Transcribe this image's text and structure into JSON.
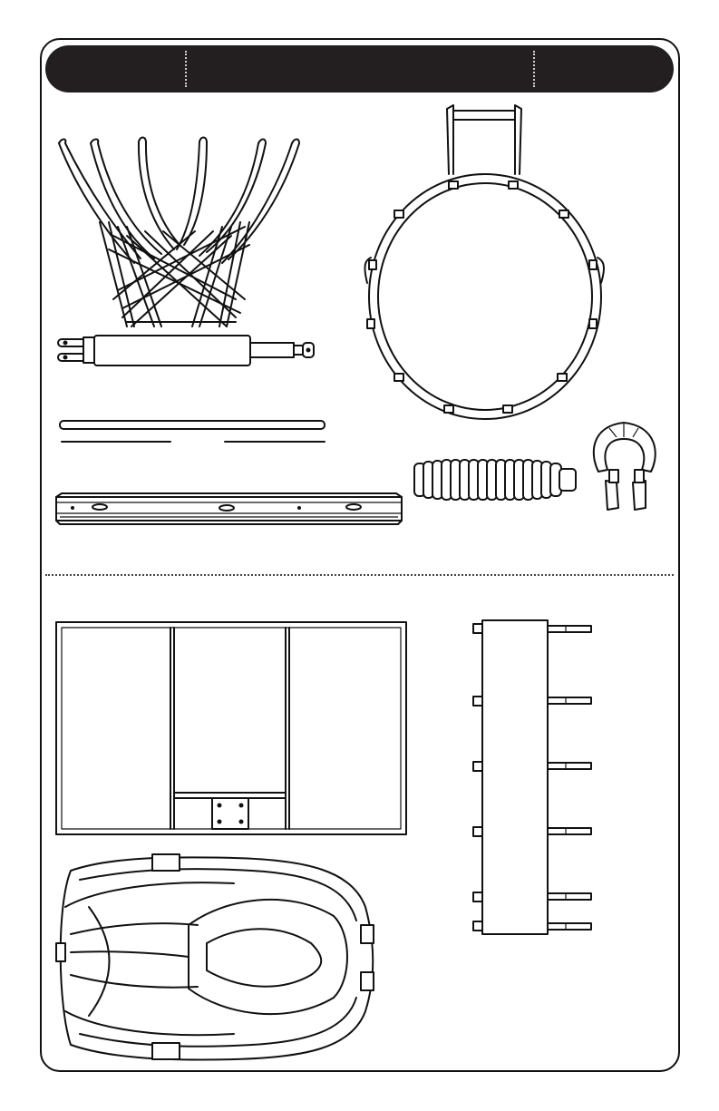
{
  "page": {
    "header": {
      "cell_left": "",
      "cell_middle": "",
      "cell_right": ""
    },
    "parts": [
      {
        "id": "net",
        "icon": "basketball-net-icon"
      },
      {
        "id": "rim",
        "icon": "basketball-rim-icon"
      },
      {
        "id": "gas-spring",
        "icon": "gas-spring-icon"
      },
      {
        "id": "rod",
        "icon": "rod-icon"
      },
      {
        "id": "channel-bracket",
        "icon": "channel-bracket-icon"
      },
      {
        "id": "bellows-sleeve",
        "icon": "bellows-sleeve-icon"
      },
      {
        "id": "clamp",
        "icon": "clamp-icon"
      },
      {
        "id": "backboard",
        "icon": "backboard-icon"
      },
      {
        "id": "base",
        "icon": "base-icon"
      },
      {
        "id": "frame-rack",
        "icon": "frame-rack-icon"
      }
    ]
  }
}
